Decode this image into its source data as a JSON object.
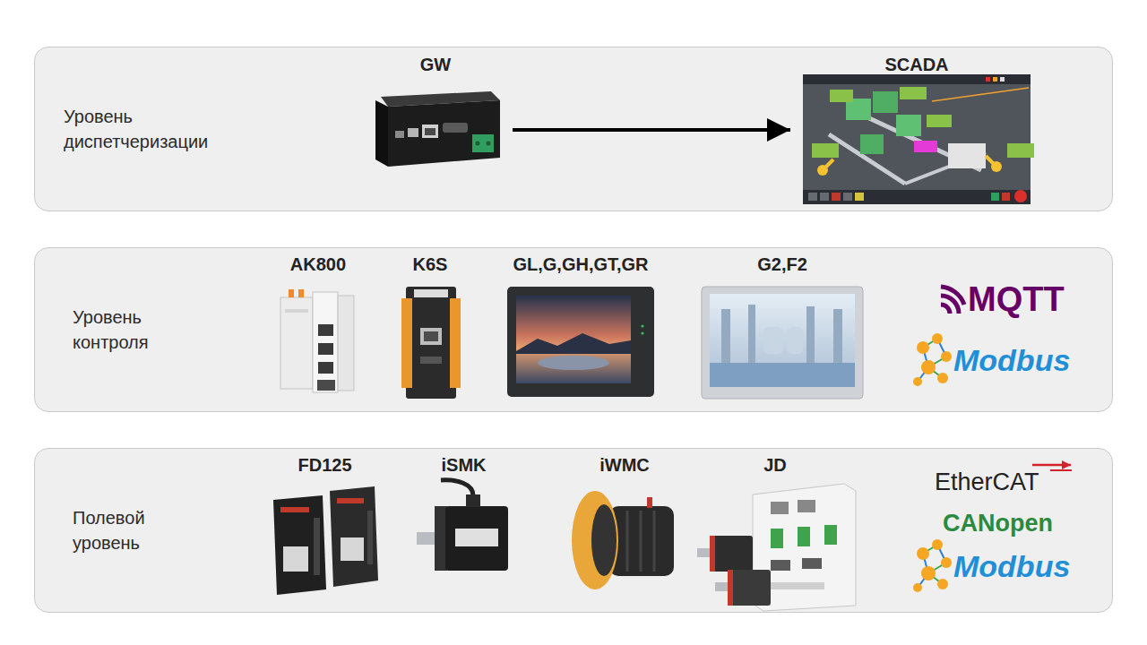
{
  "diagram": {
    "nodes": [
      {
        "text": [
          "Уровень диспетчеризации"
        ]
      },
      {
        "text": [
          "GW"
        ],
        "in": 0
      },
      {
        "text": [
          "SCADA"
        ],
        "in": 0
      },
      {
        "text": [
          "Уровень контроля"
        ]
      },
      {
        "text": [
          "AK800"
        ],
        "in": 3
      },
      {
        "text": [
          "K6S"
        ],
        "in": 3
      },
      {
        "text": [
          "GL,G,GH,GT,GR"
        ],
        "in": 3
      },
      {
        "text": [
          "G2,F2"
        ],
        "in": 3
      },
      {
        "text": [
          "Полевой уровень"
        ]
      },
      {
        "text": [
          "FD125"
        ],
        "in": 8
      },
      {
        "text": [
          "iSMK"
        ],
        "in": 8
      },
      {
        "text": [
          "iWMC"
        ],
        "in": 8
      },
      {
        "text": [
          "JD"
        ],
        "in": 8
      }
    ],
    "edges": [
      {
        "from": 1,
        "to": 2,
        "arrow": "to"
      }
    ],
    "labels": [
      "MQTT",
      "Modbus",
      "EtherCAT",
      "CANopen",
      "Modbus"
    ]
  }
}
